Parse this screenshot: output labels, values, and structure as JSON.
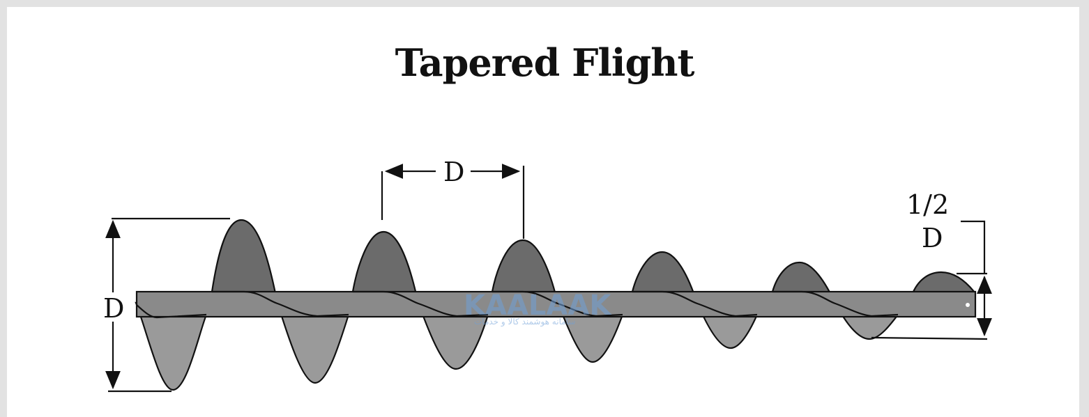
{
  "title": "Tapered Flight",
  "labels": {
    "left_diameter": "D",
    "pitch": "D",
    "half_line1": "1/2",
    "half_line2": "D"
  },
  "watermark": {
    "brand": "KAALAAK",
    "tagline": "سامانه هوشمند کالا و خدمات"
  },
  "colors": {
    "dark_flight": "#6b6b6b",
    "light_flight": "#9a9a9a",
    "shaft": "#8a8a8a",
    "outline": "#111111",
    "watermark_yellow": "#f2c84b",
    "watermark_blue": "#6fa0d8"
  }
}
